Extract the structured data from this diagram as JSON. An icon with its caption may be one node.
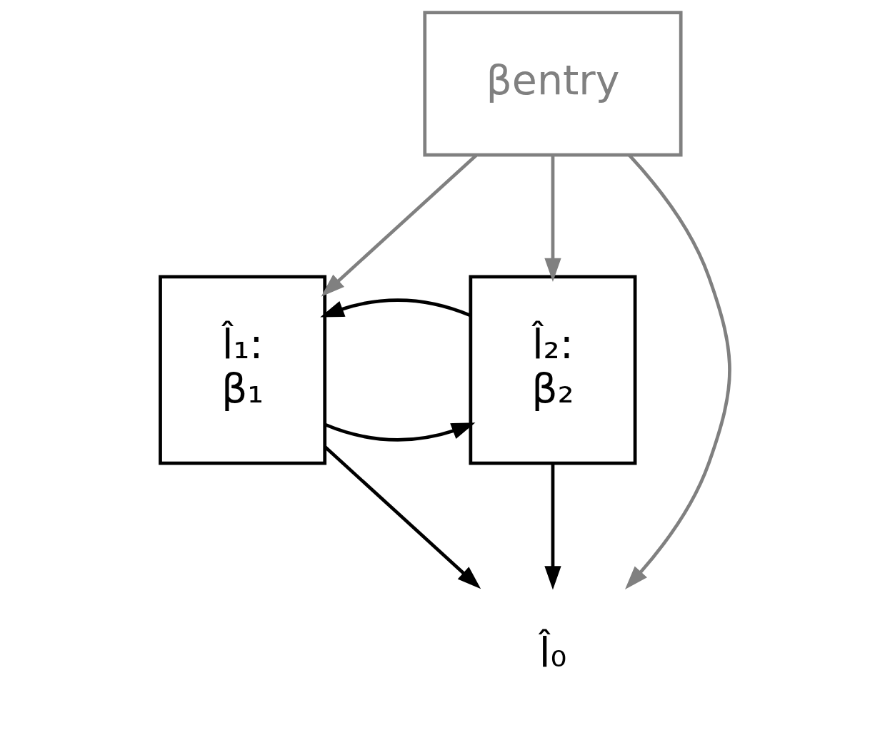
{
  "diagram": {
    "nodes": [
      {
        "text": [
          "βentry"
        ]
      },
      {
        "text": [
          "l̂₁:",
          "β₁"
        ]
      },
      {
        "text": [
          "l̂₂:",
          "β₂"
        ]
      },
      {
        "text": [
          "l̂₀"
        ]
      }
    ],
    "edges": [
      {
        "from": 0,
        "to": 1,
        "arrow": "to",
        "color": "#808080"
      },
      {
        "from": 0,
        "to": 2,
        "arrow": "to",
        "color": "#808080"
      },
      {
        "from": 0,
        "to": 3,
        "arrow": "to",
        "color": "#808080"
      },
      {
        "from": 1,
        "to": 2,
        "arrow": "to"
      },
      {
        "from": 2,
        "to": 1,
        "arrow": "to"
      },
      {
        "from": 1,
        "to": 3,
        "arrow": "to"
      },
      {
        "from": 2,
        "to": 3,
        "arrow": "to"
      }
    ]
  }
}
